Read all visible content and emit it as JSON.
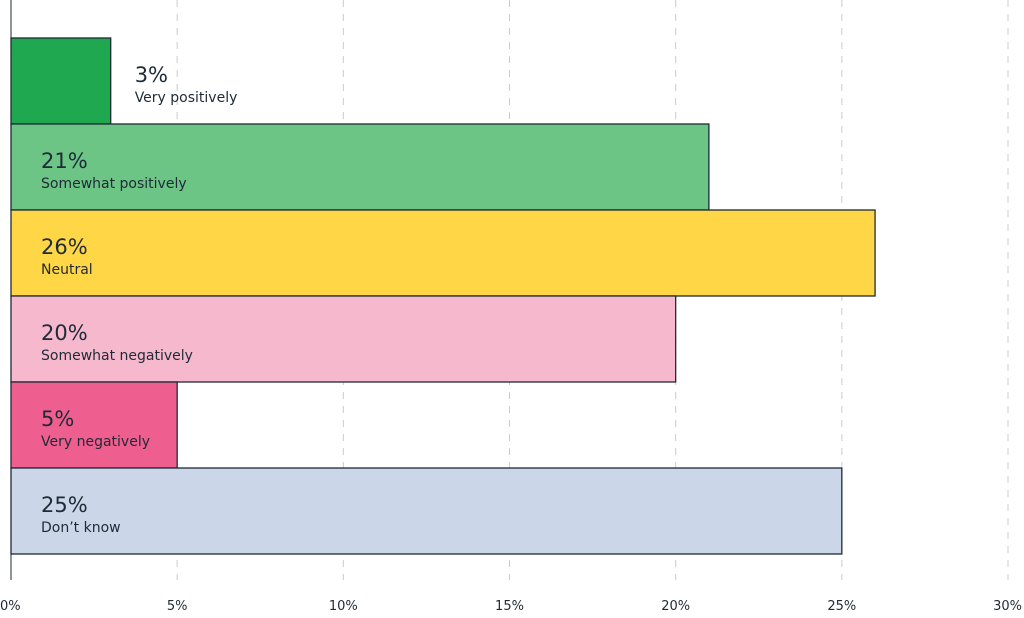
{
  "chart_data": {
    "type": "bar",
    "orientation": "horizontal",
    "categories": [
      "Very positively",
      "Somewhat positively",
      "Neutral",
      "Somewhat negatively",
      "Very negatively",
      "Don’t know"
    ],
    "values": [
      3,
      21,
      26,
      20,
      5,
      25
    ],
    "value_labels": [
      "3%",
      "21%",
      "26%",
      "20%",
      "5%",
      "25%"
    ],
    "colors": [
      "#1fa84f",
      "#6cc485",
      "#ffd645",
      "#f6b8cd",
      "#ee5f8f",
      "#cbd7e8"
    ],
    "x_ticks": [
      "0%",
      "5%",
      "10%",
      "15%",
      "20%",
      "25%",
      "30%"
    ],
    "xlim": [
      0,
      30
    ],
    "grid": "vertical dashed",
    "title": "",
    "xlabel": "",
    "ylabel": ""
  }
}
